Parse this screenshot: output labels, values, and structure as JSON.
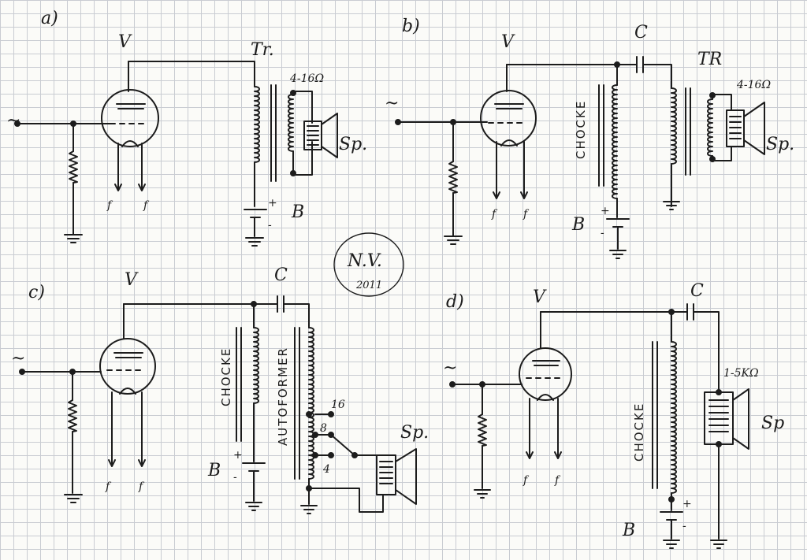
{
  "signature": {
    "initials": "N.V.",
    "year": "2011"
  },
  "panel_a": {
    "label": "a)",
    "valve": "V",
    "transformer": "Tr.",
    "impedance": "4-16Ω",
    "speaker": "Sp.",
    "battery": "B",
    "plus": "+",
    "minus": "-",
    "filament_1": "f",
    "filament_2": "f",
    "input": "~"
  },
  "panel_b": {
    "label": "b)",
    "valve": "V",
    "capacitor": "C",
    "transformer": "TR",
    "impedance": "4-16Ω",
    "choke": "CHOCKE",
    "speaker": "Sp.",
    "battery": "B",
    "plus": "+",
    "minus": "-",
    "filament_1": "f",
    "filament_2": "f",
    "input": "~"
  },
  "panel_c": {
    "label": "c)",
    "valve": "V",
    "capacitor": "C",
    "choke": "CHOCKE",
    "autoformer": "AUTOFORMER",
    "tap_16": "16",
    "tap_8": "8",
    "tap_4": "4",
    "speaker": "Sp.",
    "battery": "B",
    "plus": "+",
    "minus": "-",
    "filament_1": "f",
    "filament_2": "f",
    "input": "~"
  },
  "panel_d": {
    "label": "d)",
    "valve": "V",
    "capacitor": "C",
    "choke": "CHOCKE",
    "impedance": "1-5KΩ",
    "speaker": "Sp",
    "battery": "B",
    "plus": "+",
    "minus": "-",
    "filament_1": "f",
    "filament_2": "f",
    "input": "~"
  }
}
